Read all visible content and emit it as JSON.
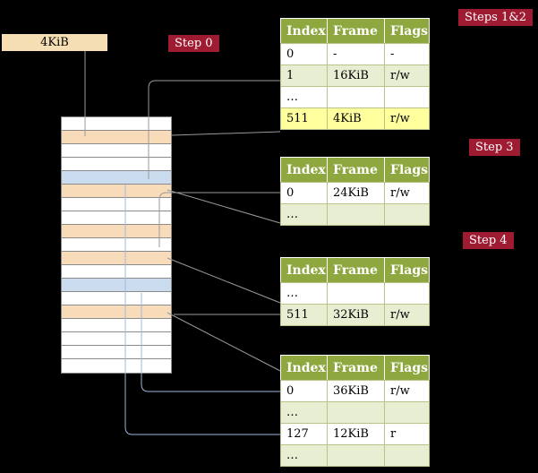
{
  "frame_box": {
    "label": "4KiB"
  },
  "step_labels": {
    "step0": "Step 0",
    "steps12": "Steps 1&2",
    "step3": "Step 3",
    "step4": "Step 4"
  },
  "colors": {
    "background": "#000000",
    "step_badge": "#9e1b32",
    "table_header": "#8fa73f",
    "row_stripe": "#e8eed2",
    "row_highlight": "#ffff9e",
    "memory_table_frame": "#f8dbb9",
    "memory_data_frame": "#cbdcee",
    "frame_box_fill": "#f5deb3",
    "connector_gray": "#9a9a9a",
    "connector_blue": "#9fb8dc"
  },
  "memory": {
    "cells": [
      "white",
      "table",
      "white",
      "white",
      "data",
      "table",
      "white",
      "white",
      "table",
      "white",
      "table",
      "white",
      "data",
      "white",
      "table",
      "white",
      "white",
      "white",
      "white"
    ]
  },
  "tables": [
    {
      "name": "page-table-level-1",
      "headers": [
        "Index",
        "Frame",
        "Flags"
      ],
      "rows": [
        [
          "0",
          "-",
          "-"
        ],
        [
          "1",
          "16KiB",
          "r/w"
        ],
        [
          "…",
          "",
          ""
        ],
        [
          "511",
          "4KiB",
          "r/w"
        ]
      ]
    },
    {
      "name": "page-table-level-2",
      "headers": [
        "Index",
        "Frame",
        "Flags"
      ],
      "rows": [
        [
          "0",
          "24KiB",
          "r/w"
        ],
        [
          "…",
          "",
          ""
        ]
      ]
    },
    {
      "name": "page-table-level-3",
      "headers": [
        "Index",
        "Frame",
        "Flags"
      ],
      "rows": [
        [
          "…",
          "",
          ""
        ],
        [
          "511",
          "32KiB",
          "r/w"
        ]
      ]
    },
    {
      "name": "page-table-level-4",
      "headers": [
        "Index",
        "Frame",
        "Flags"
      ],
      "rows": [
        [
          "0",
          "36KiB",
          "r/w"
        ],
        [
          "…",
          "",
          ""
        ],
        [
          "127",
          "12KiB",
          "r"
        ],
        [
          "…",
          "",
          ""
        ]
      ]
    }
  ]
}
